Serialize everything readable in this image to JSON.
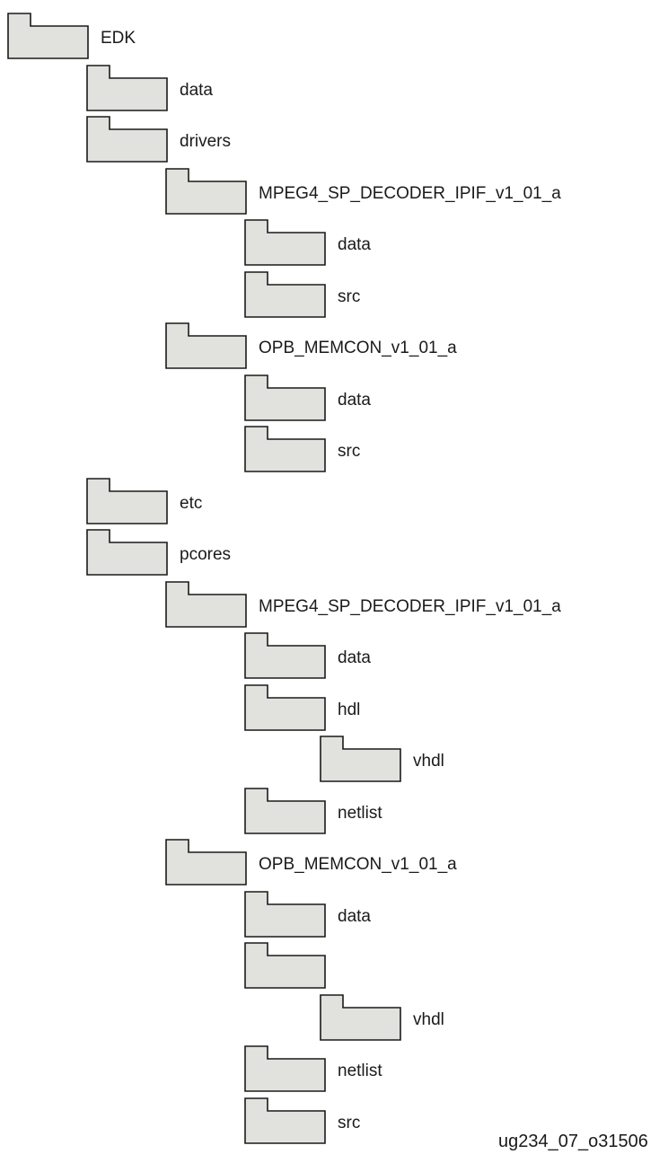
{
  "colors": {
    "folder_fill": "#e1e2dd",
    "folder_stroke": "#1a1a1a",
    "text": "#1a1a1a"
  },
  "icon": "folder-icon",
  "tree": [
    {
      "label": "EDK",
      "depth": 0
    },
    {
      "label": "data",
      "depth": 1
    },
    {
      "label": "drivers",
      "depth": 1
    },
    {
      "label": "MPEG4_SP_DECODER_IPIF_v1_01_a",
      "depth": 2
    },
    {
      "label": "data",
      "depth": 3
    },
    {
      "label": "src",
      "depth": 3
    },
    {
      "label": "OPB_MEMCON_v1_01_a",
      "depth": 2
    },
    {
      "label": "data",
      "depth": 3
    },
    {
      "label": "src",
      "depth": 3
    },
    {
      "label": "etc",
      "depth": 1
    },
    {
      "label": "pcores",
      "depth": 1
    },
    {
      "label": "MPEG4_SP_DECODER_IPIF_v1_01_a",
      "depth": 2
    },
    {
      "label": "data",
      "depth": 3
    },
    {
      "label": "hdl",
      "depth": 3
    },
    {
      "label": "vhdl",
      "depth": 4
    },
    {
      "label": "netlist",
      "depth": 3
    },
    {
      "label": "OPB_MEMCON_v1_01_a",
      "depth": 2
    },
    {
      "label": "data",
      "depth": 3
    },
    {
      "label": "",
      "depth": 3
    },
    {
      "label": "vhdl",
      "depth": 4
    },
    {
      "label": "netlist",
      "depth": 3
    },
    {
      "label": "src",
      "depth": 3
    }
  ],
  "caption": "ug234_07_o31506"
}
